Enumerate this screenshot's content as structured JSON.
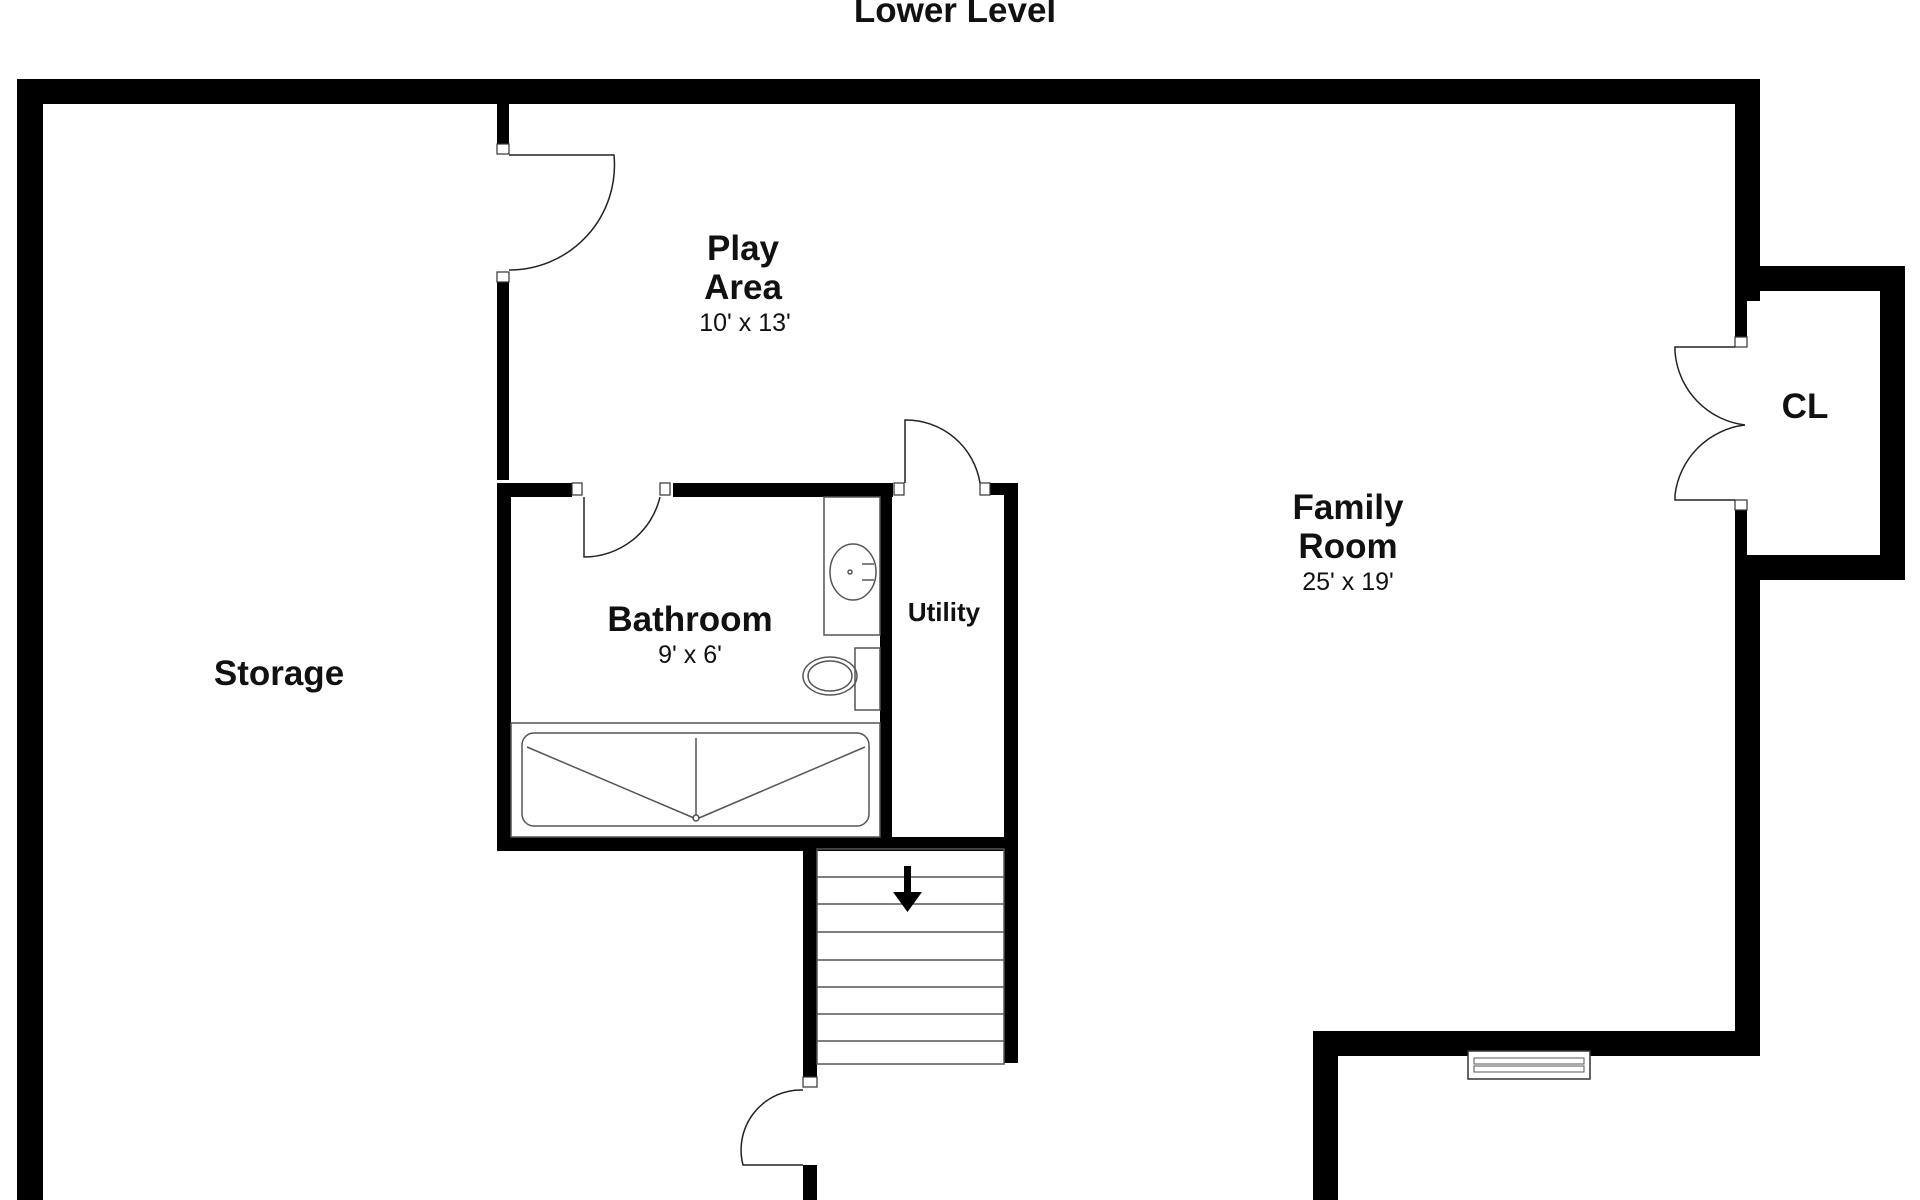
{
  "title": "Lower Level",
  "rooms": {
    "storage": {
      "name": "Storage"
    },
    "play_area": {
      "name_line1": "Play",
      "name_line2": "Area",
      "dimensions": "10' x 13'"
    },
    "bathroom": {
      "name": "Bathroom",
      "dimensions": "9' x 6'"
    },
    "utility": {
      "name": "Utility"
    },
    "family_room": {
      "name_line1": "Family",
      "name_line2": "Room",
      "dimensions": "25' x 19'"
    },
    "closet": {
      "name": "CL"
    }
  },
  "icons": {
    "stairs_arrow": "arrow-down-icon",
    "sink": "sink-icon",
    "toilet": "toilet-icon",
    "bathtub": "bathtub-icon",
    "window": "window-icon"
  },
  "colors": {
    "wall": "#000000",
    "background": "#ffffff"
  }
}
